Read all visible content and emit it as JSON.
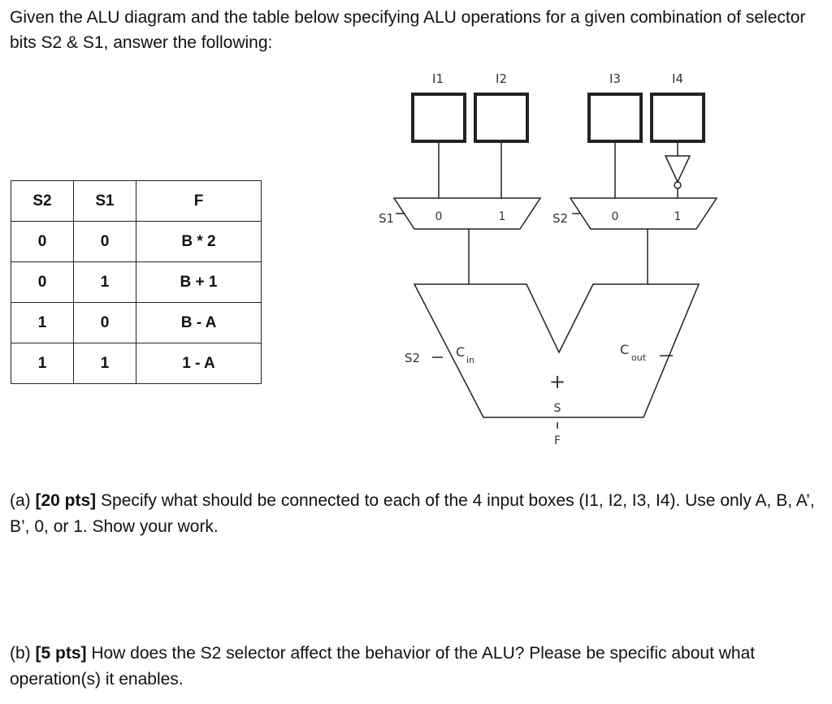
{
  "prompt": "Given the ALU diagram and the table below specifying ALU operations for a given combination of selector bits S2 & S1, answer the following:",
  "table": {
    "headers": [
      "S2",
      "S1",
      "F"
    ],
    "rows": [
      [
        "0",
        "0",
        "B * 2"
      ],
      [
        "0",
        "1",
        "B + 1"
      ],
      [
        "1",
        "0",
        "B - A"
      ],
      [
        "1",
        "1",
        "1 - A"
      ]
    ]
  },
  "diagram": {
    "inputs": [
      "I1",
      "I2",
      "I3",
      "I4"
    ],
    "mux_left_select": "S1",
    "mux_right_select": "S2",
    "mux_left_inputs": [
      "0",
      "1"
    ],
    "mux_right_inputs": [
      "0",
      "1"
    ],
    "adder_cin_select": "S2",
    "cin_label": "C",
    "cin_sub": "in",
    "cout_label": "C",
    "cout_sub": "out",
    "adder_symbol": "+",
    "sum_label": "S",
    "output_label": "F"
  },
  "question_a": {
    "label": "(a) ",
    "points": "[20 pts]",
    "text": " Specify what should be connected to each of the  4 input boxes (I1, I2, I3, I4).  Use only A, B, A’, B’, 0, or 1.  Show your work."
  },
  "question_b": {
    "label": "(b) ",
    "points": "[5 pts]",
    "text": " How does the S2 selector affect the behavior of the ALU? Please be specific about what operation(s) it enables."
  }
}
